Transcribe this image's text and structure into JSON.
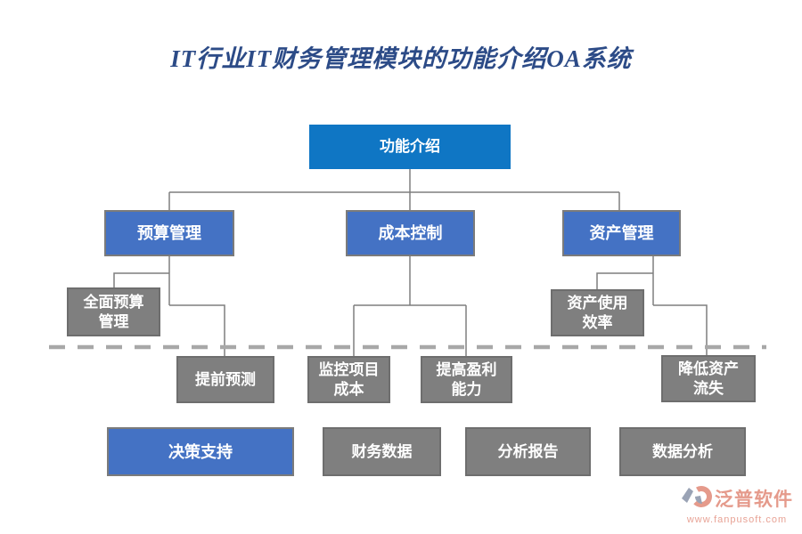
{
  "title": "IT行业IT财务管理模块的功能介绍OA系统",
  "nodes": {
    "root": {
      "label": "功能介绍"
    },
    "budget": {
      "label": "预算管理"
    },
    "cost": {
      "label": "成本控制"
    },
    "asset": {
      "label": "资产管理"
    },
    "full_budget": {
      "label": "全面预算\n管理"
    },
    "asset_efficiency": {
      "label": "资产使用\n效率"
    },
    "forecast": {
      "label": "提前预测"
    },
    "monitor_cost": {
      "label": "监控项目\n成本"
    },
    "profitability": {
      "label": "提高盈利\n能力"
    },
    "reduce_loss": {
      "label": "降低资产\n流失"
    },
    "decision": {
      "label": "决策支持"
    },
    "financial_data": {
      "label": "财务数据"
    },
    "analysis_report": {
      "label": "分析报告"
    },
    "data_analysis": {
      "label": "数据分析"
    }
  },
  "watermark": {
    "brand": "泛普软件",
    "url": "www.fanpusoft.com"
  },
  "colors": {
    "primary_blue": "#0f76c4",
    "secondary_blue": "#4472c4",
    "gray_box": "#7f7f7f",
    "connector_gray": "#7f7f7f",
    "dashed_gray": "#a8a8a8",
    "title_navy": "#2c4b87",
    "brand_salmon": "#e59a8b"
  }
}
